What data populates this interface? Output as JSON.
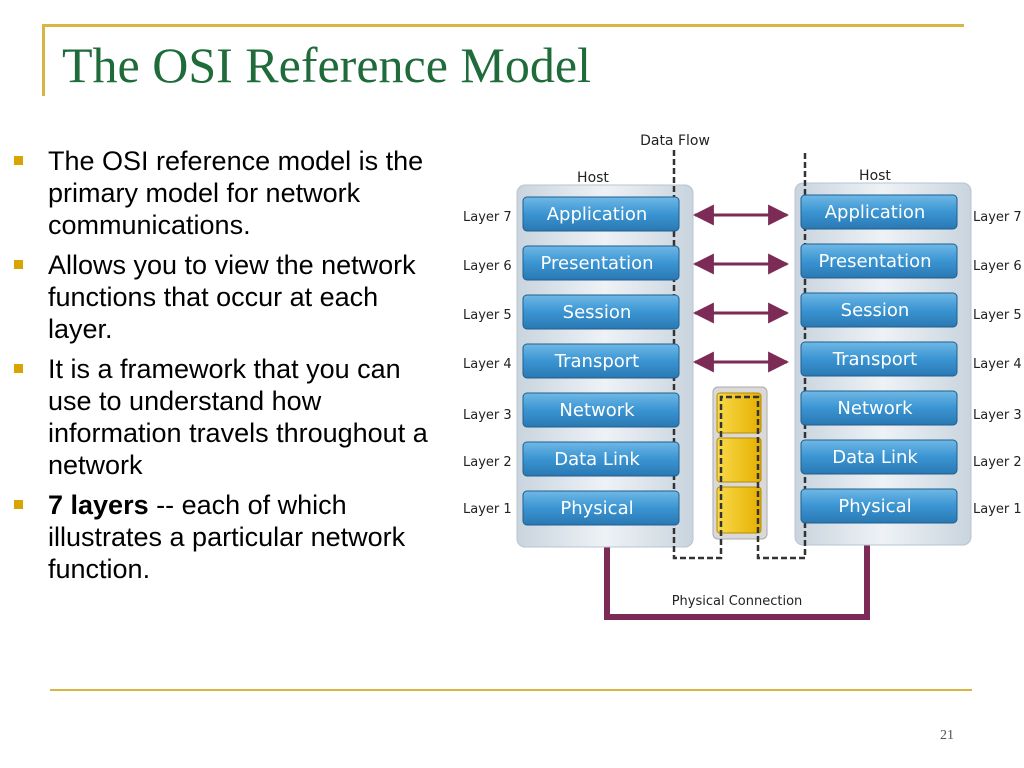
{
  "slide": {
    "title": "The OSI Reference Model",
    "page_number": "21",
    "bullets": [
      {
        "bold": "",
        "text": "The OSI reference model is the primary model for network communications."
      },
      {
        "bold": "",
        "text": "Allows you to view the network functions that occur at each layer."
      },
      {
        "bold": "",
        "text": "It is a framework that you can use to understand how information travels throughout a network"
      },
      {
        "bold": "7 layers",
        "text": " -- each of which illustrates a particular network function."
      }
    ]
  },
  "diagram": {
    "data_flow_label": "Data Flow",
    "left_host_label": "Host",
    "right_host_label": "Host",
    "physical_connection_label": "Physical Connection",
    "layers": [
      {
        "number_label": "Layer 7",
        "name": "Application"
      },
      {
        "number_label": "Layer 6",
        "name": "Presentation"
      },
      {
        "number_label": "Layer 5",
        "name": "Session"
      },
      {
        "number_label": "Layer 4",
        "name": "Transport"
      },
      {
        "number_label": "Layer 3",
        "name": "Network"
      },
      {
        "number_label": "Layer 2",
        "name": "Data Link"
      },
      {
        "number_label": "Layer 1",
        "name": "Physical"
      }
    ],
    "colors": {
      "layer_box": "#3a95d2",
      "stack_bg": "#dfe6ee",
      "arrow": "#7b2b55",
      "relay": "#f2c200",
      "dashed_line": "#333333"
    }
  }
}
